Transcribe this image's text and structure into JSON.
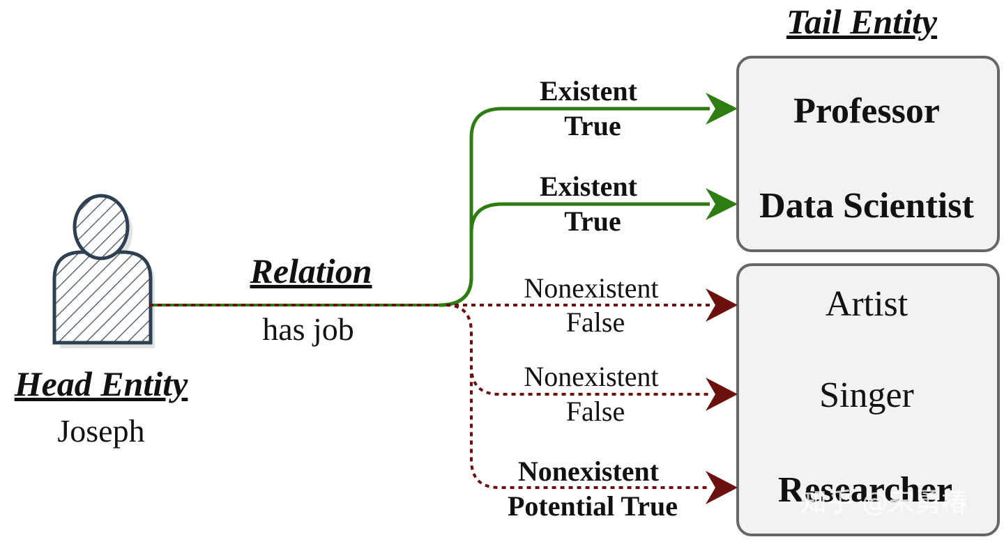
{
  "head": {
    "title": "Head Entity",
    "name": "Joseph"
  },
  "relation": {
    "title": "Relation",
    "name": "has job"
  },
  "tail_header": "Tail Entity",
  "edges": [
    {
      "line1": "Existent",
      "line2": "True"
    },
    {
      "line1": "Existent",
      "line2": "True"
    },
    {
      "line1": "Nonexistent",
      "line2": "False"
    },
    {
      "line1": "Nonexistent",
      "line2": "False"
    },
    {
      "line1": "Nonexistent",
      "line2": "Potential True"
    }
  ],
  "tails_true": [
    "Professor",
    "Data Scientist"
  ],
  "tails_other": [
    "Artist",
    "Singer",
    "Researcher"
  ],
  "watermark": "知乎 @宋勇椿",
  "colors": {
    "true_line": "#2e7d12",
    "false_line": "#6b0f0f",
    "person": "#2f3f52",
    "box_fill": "#f2f2f2",
    "box_stroke": "#666666"
  }
}
